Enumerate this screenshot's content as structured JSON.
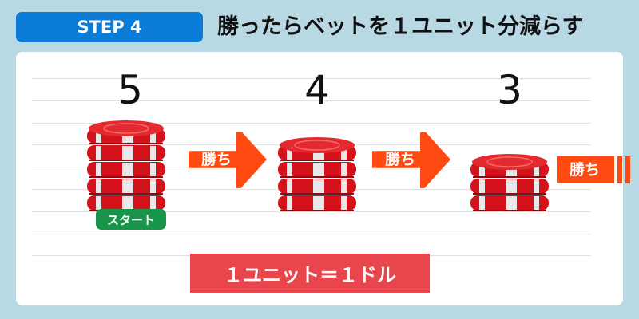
{
  "header": {
    "step_label": "STEP 4",
    "title": "勝ったらベットを１ユニット分減らす"
  },
  "stacks": [
    {
      "count": "5",
      "chips": 5
    },
    {
      "count": "4",
      "chips": 4
    },
    {
      "count": "3",
      "chips": 3
    }
  ],
  "arrow_label": "勝ち",
  "start_badge": "スタート",
  "unit_note": "１ユニット＝１ドル",
  "colors": {
    "step_bg": "#0a7bd6",
    "arrow": "#ff4a12",
    "chip_red": "#d4121c",
    "start_badge": "#18954a",
    "unit_bg": "#e8454c"
  }
}
